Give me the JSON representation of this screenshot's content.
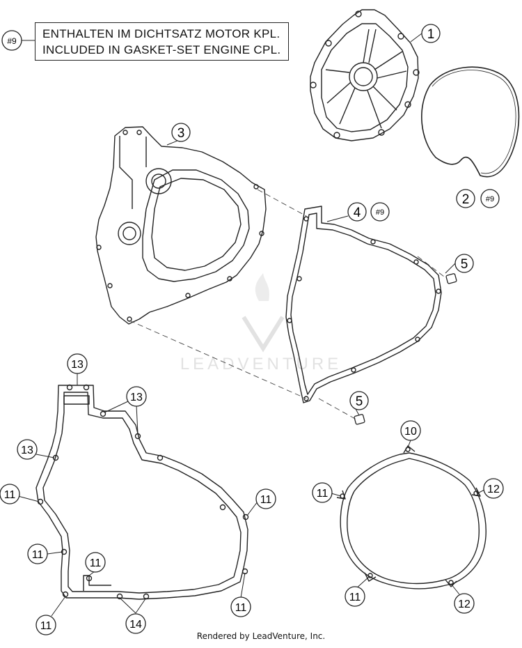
{
  "note": {
    "ref": "#9",
    "line1": "ENTHALTEN IM DICHTSATZ MOTOR KPL.",
    "line2": "INCLUDED IN GASKET-SET ENGINE CPL."
  },
  "callouts": [
    {
      "id": "c1",
      "label": "1"
    },
    {
      "id": "c2",
      "label": "2"
    },
    {
      "id": "c2ref",
      "label": "#9"
    },
    {
      "id": "c3",
      "label": "3"
    },
    {
      "id": "c4",
      "label": "4"
    },
    {
      "id": "c4ref",
      "label": "#9"
    },
    {
      "id": "c5a",
      "label": "5"
    },
    {
      "id": "c5b",
      "label": "5"
    },
    {
      "id": "c13a",
      "label": "13"
    },
    {
      "id": "c13b",
      "label": "13"
    },
    {
      "id": "c13c",
      "label": "13"
    },
    {
      "id": "c11a",
      "label": "11"
    },
    {
      "id": "c11b",
      "label": "11"
    },
    {
      "id": "c11c",
      "label": "11"
    },
    {
      "id": "c11d",
      "label": "11"
    },
    {
      "id": "c11e",
      "label": "11"
    },
    {
      "id": "c11f",
      "label": "11"
    },
    {
      "id": "c14",
      "label": "14"
    },
    {
      "id": "c10",
      "label": "10"
    },
    {
      "id": "c11g",
      "label": "11"
    },
    {
      "id": "c11h",
      "label": "11"
    },
    {
      "id": "c12a",
      "label": "12"
    },
    {
      "id": "c12b",
      "label": "12"
    }
  ],
  "watermark": "LEADVENTURE",
  "footer": "Rendered by LeadVenture, Inc.",
  "colors": {
    "line": "#222222",
    "watermark": "#e4e4e4"
  }
}
